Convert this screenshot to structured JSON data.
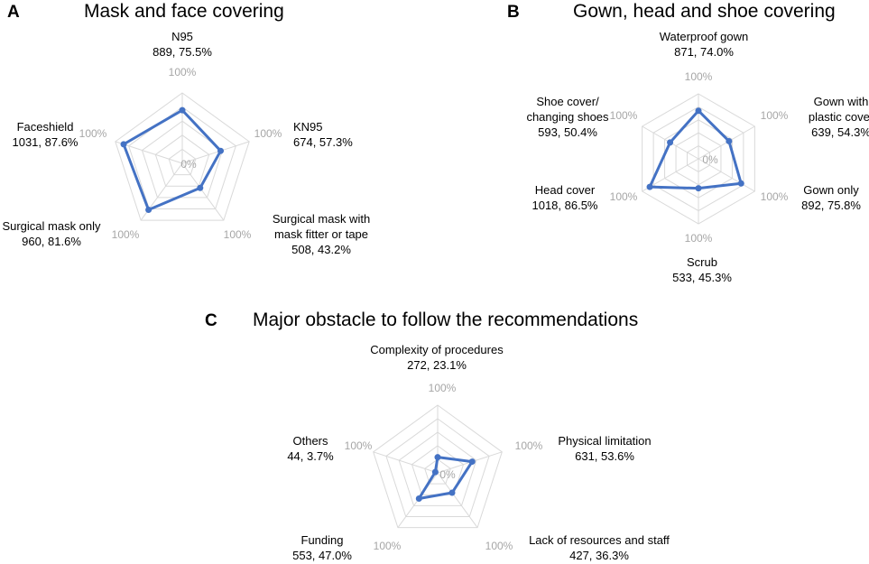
{
  "chart_data": [
    {
      "type": "radar",
      "panel": "A",
      "title": "Mask and face covering",
      "range": [
        0,
        100
      ],
      "center_tick": "0%",
      "outer_tick": "100%",
      "grid_levels": 5,
      "color": "#4472c4",
      "axes": [
        {
          "name": "N95",
          "value_label": "889, 75.5%",
          "value": 75.5
        },
        {
          "name": "KN95",
          "value_label": "674, 57.3%",
          "value": 57.3
        },
        {
          "name": "Surgical mask with mask fitter or tape",
          "name_lines": [
            "Surgical mask with",
            "mask fitter or tape"
          ],
          "value_label": "508, 43.2%",
          "value": 43.2
        },
        {
          "name": "Surgical mask only",
          "value_label": "960, 81.6%",
          "value": 81.6
        },
        {
          "name": "Faceshield",
          "value_label": "1031, 87.6%",
          "value": 87.6
        }
      ]
    },
    {
      "type": "radar",
      "panel": "B",
      "title": "Gown, head and shoe covering",
      "range": [
        0,
        100
      ],
      "center_tick": "0%",
      "outer_tick": "100%",
      "grid_levels": 5,
      "color": "#4472c4",
      "axes": [
        {
          "name": "Waterproof gown",
          "value_label": "871, 74.0%",
          "value": 74.0
        },
        {
          "name": "Gown with plastic cover",
          "name_lines": [
            "Gown with",
            "plastic cover"
          ],
          "value_label": "639, 54.3%",
          "value": 54.3
        },
        {
          "name": "Gown only",
          "value_label": "892, 75.8%",
          "value": 75.8
        },
        {
          "name": "Scrub",
          "value_label": "533, 45.3%",
          "value": 45.3
        },
        {
          "name": "Head cover",
          "value_label": "1018, 86.5%",
          "value": 86.5
        },
        {
          "name": "Shoe cover/ changing shoes",
          "name_lines": [
            "Shoe cover/",
            "changing shoes"
          ],
          "value_label": "593, 50.4%",
          "value": 50.4
        }
      ]
    },
    {
      "type": "radar",
      "panel": "C",
      "title": "Major obstacle to follow the recommendations",
      "range": [
        0,
        100
      ],
      "center_tick": "0%",
      "outer_tick": "100%",
      "grid_levels": 5,
      "color": "#4472c4",
      "axes": [
        {
          "name": "Complexity of procedures",
          "value_label": "272, 23.1%",
          "value": 23.1
        },
        {
          "name": "Physical limitation",
          "value_label": "631, 53.6%",
          "value": 53.6
        },
        {
          "name": "Lack of resources and staff",
          "value_label": "427, 36.3%",
          "value": 36.3
        },
        {
          "name": "Funding",
          "value_label": "553, 47.0%",
          "value": 47.0
        },
        {
          "name": "Others",
          "value_label": "44, 3.7%",
          "value": 3.7
        }
      ]
    }
  ]
}
